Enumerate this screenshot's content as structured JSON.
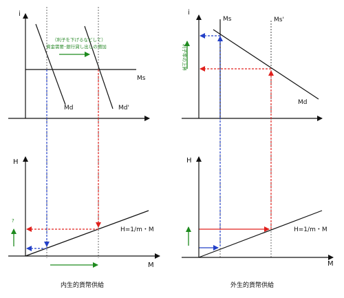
{
  "colors": {
    "axis": "#111111",
    "red": "#e0201c",
    "blue": "#2340c8",
    "green": "#1e8a1e",
    "guide": "#444444"
  },
  "left": {
    "top": {
      "i_label": "i",
      "ms_label": "Ms",
      "md_label": "Md",
      "md2_label": "Md'",
      "note_line1": "（利子を下げるなどして）",
      "note_line2": "資金需要･銀行貸し出しの増加"
    },
    "bottom": {
      "h_label": "H",
      "m_label": "M",
      "line_label": "H=1/m・M",
      "question_mark": "?"
    },
    "caption": "内生的貨幣供給"
  },
  "right": {
    "top": {
      "i_label": "i",
      "ms_label": "Ms",
      "ms2_label": "Ms'",
      "md_label": "Md",
      "note": "利子率の上昇"
    },
    "bottom": {
      "h_label": "H",
      "m_label": "M",
      "line_label": "H=1/m・M"
    },
    "caption": "外生的貨幣供給"
  }
}
